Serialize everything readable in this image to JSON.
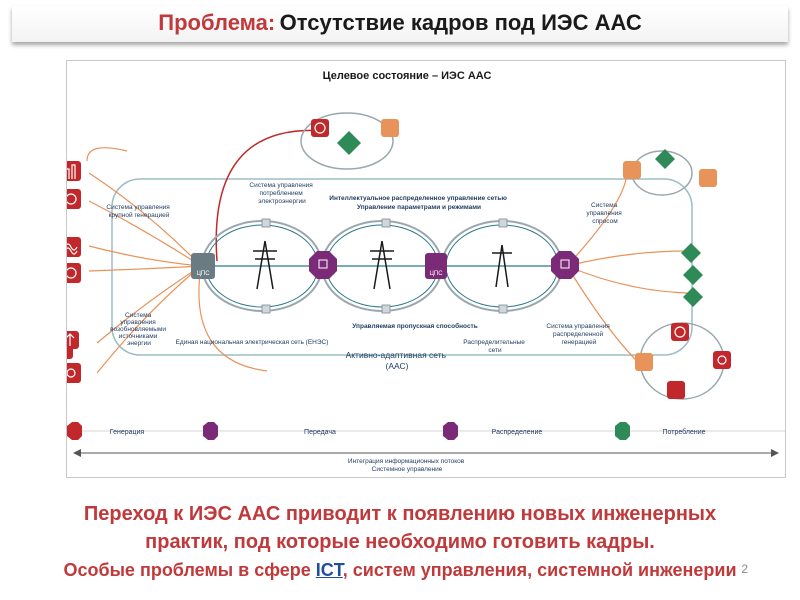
{
  "header": {
    "title_prefix": "Проблема:",
    "title_rest": "Отсутствие кадров под ИЭС ААС"
  },
  "diagram": {
    "title": "Целевое состояние – ИЭС ААС",
    "labels": {
      "gen_control": [
        "Система управления",
        "крупной генерацией"
      ],
      "consumption_control": [
        "Система управления",
        "потреблением",
        "электроэнергии"
      ],
      "intellectual": [
        "Интеллектуальное распределенное управление сетью",
        "Управление параметрами и режимами"
      ],
      "demand_control": [
        "Система",
        "управления",
        "спросом"
      ],
      "res_control": [
        "Система",
        "управления",
        "возобновляемыми",
        "источниками",
        "энергии"
      ],
      "unes": "Единая национальная электрическая сеть (ЕНЭС)",
      "throughput": "Управляемая пропускная способность",
      "aas": [
        "Активно-адаптивная сеть",
        "(ААС)"
      ],
      "distribution_grids": [
        "Распределительные",
        "сети"
      ],
      "distributed_gen": [
        "Система управления",
        "распределенной",
        "генерацией"
      ],
      "cps1": "ЦПС",
      "cps2": "ЦПС"
    },
    "legend": [
      {
        "label": "Генерация",
        "color": "#c0282b"
      },
      {
        "label": "Передача",
        "color": "#7b2a78"
      },
      {
        "label": "Распределение",
        "color": "#7b2a78"
      },
      {
        "label": "Потребление",
        "color": "#2e8b57"
      }
    ],
    "flows": [
      "Интеграция информационных потоков",
      "Системное управление"
    ]
  },
  "bottom": {
    "line1": "Переход к ИЭС ААС приводит к появлению новых инженерных",
    "line2": "практик, под которые необходимо готовить кадры.",
    "line3_prefix": "Особые проблемы в сфере",
    "line3_ict": "ICT",
    "line3_suffix": ", систем управления, системной инженерии"
  },
  "page_number": "2",
  "colors": {
    "accent_red": "#c0393b",
    "generation": "#c0282b",
    "transmission": "#7b2a78",
    "consumption": "#2e8b57",
    "orange_link": "#e8935a"
  }
}
